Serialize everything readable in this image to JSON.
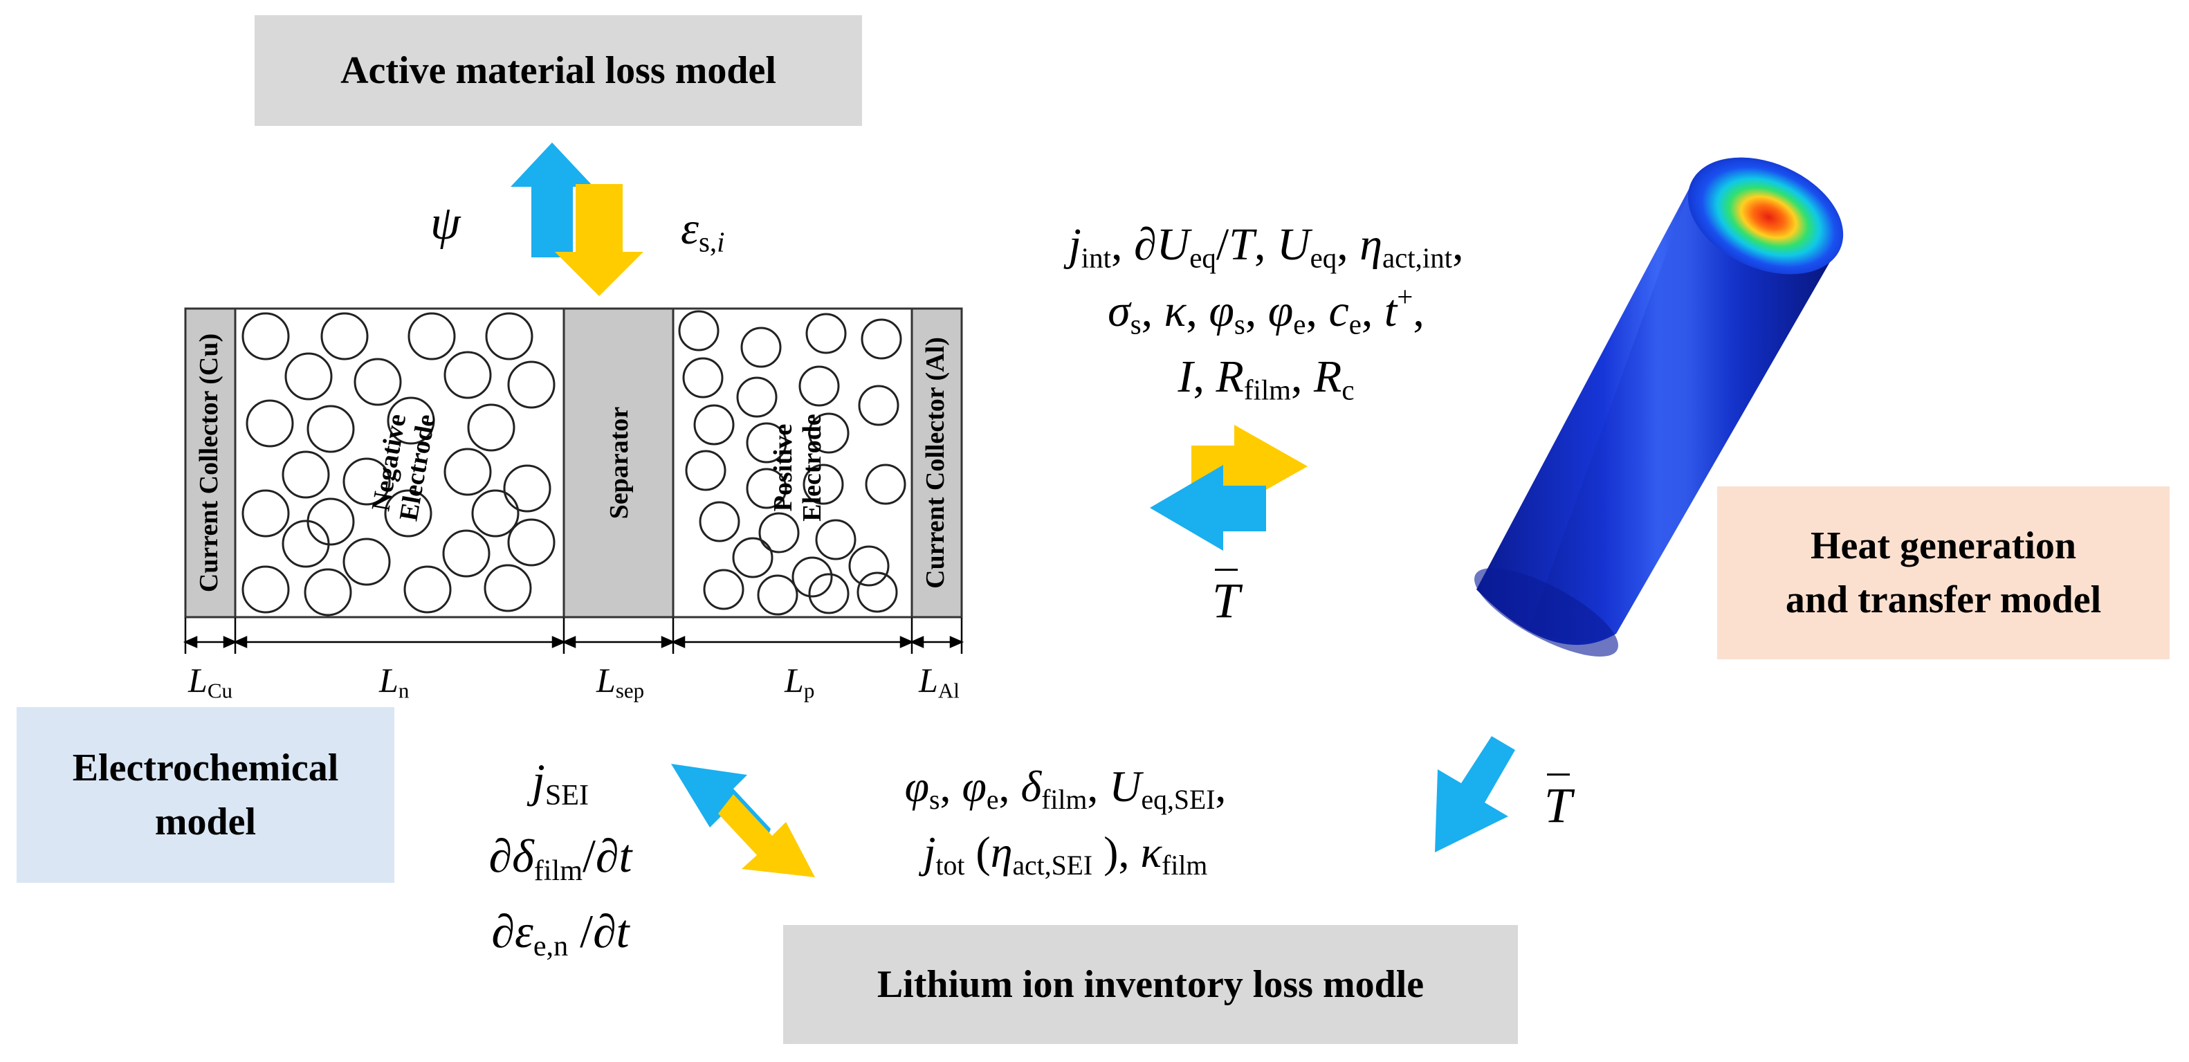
{
  "boxes": {
    "active_material": "Active material loss model",
    "electrochemical_line1": "Electrochemical",
    "electrochemical_line2": "model",
    "heat_line1": "Heat generation",
    "heat_line2": "and transfer model",
    "lithium_inventory": "Lithium ion inventory loss modle"
  },
  "cell_layers": {
    "cu_collector": "Current Collector (Cu)",
    "negative_line1": "Negative",
    "negative_line2": "Electrode",
    "separator": "Separator",
    "positive_line1": "Positive",
    "positive_line2": "Electrode",
    "al_collector": "Current Collector (Al)"
  },
  "dimensions": {
    "l_cu": {
      "sym": "L",
      "sub": "Cu"
    },
    "l_n": {
      "sym": "L",
      "sub": "n"
    },
    "l_sep": {
      "sym": "L",
      "sub": "sep"
    },
    "l_p": {
      "sym": "L",
      "sub": "p"
    },
    "l_al": {
      "sym": "L",
      "sub": "Al"
    }
  },
  "symbols": {
    "psi": "ψ",
    "eps_si": {
      "sym": "ε",
      "sub": "s,",
      "sub_italic": "i"
    },
    "t_bar": "T",
    "t_bar_2": "T"
  },
  "heat_vars": {
    "line1": {
      "j": "j",
      "j_sub": "int",
      "comma1": ", ∂",
      "u1": "U",
      "u1_sub": "eq",
      "slash": "/",
      "t": "T",
      "comma2": ", ",
      "u2": "U",
      "u2_sub": "eq",
      "comma3": ", ",
      "eta": "η",
      "eta_sub": "act,int",
      "comma4": ","
    },
    "line2": {
      "sigma": "σ",
      "sigma_sub": "s",
      "c1": ", ",
      "kappa": "κ",
      "c2": ", ",
      "phi1": "φ",
      "phi1_sub": "s",
      "c3": ", ",
      "phi2": "φ",
      "phi2_sub": "e",
      "c4": ", ",
      "c": "c",
      "c_sub": "e",
      "c5": ", ",
      "t": "t",
      "t_sup": "+",
      "c6": ","
    },
    "line3": {
      "i": "I",
      "c1": ", ",
      "r1": "R",
      "r1_sub": "film",
      "c2": ",  ",
      "r2": "R",
      "r2_sub": "c"
    }
  },
  "sei_vars": {
    "j": "j",
    "j_sub": "SEI",
    "d1": "∂",
    "delta": "δ",
    "delta_sub": "film",
    "d1_rest": "/∂",
    "t1": "t",
    "d2": "∂",
    "eps": "ε",
    "eps_sub": "e,n",
    "d2_rest": " /∂",
    "t2": "t"
  },
  "lithium_vars": {
    "line1": {
      "phi1": "φ",
      "phi1_sub": "s",
      "c1": ", ",
      "phi2": "φ",
      "phi2_sub": "e",
      "c2": ", ",
      "delta": "δ",
      "delta_sub": "film",
      "c3": ",  ",
      "u": "U",
      "u_sub": "eq,SEI",
      "c4": ","
    },
    "line2": {
      "j": "j",
      "j_sub": "tot",
      "p1": " (",
      "eta": "η",
      "eta_sub": "act,SEI",
      "p2": " ), ",
      "kappa": "κ",
      "kappa_sub": "film"
    }
  },
  "colors": {
    "arrow_blue": "#1aafef",
    "arrow_yellow": "#ffcc00",
    "box_gray": "#d9d9d9",
    "box_blue": "#dae6f4",
    "box_peach": "#fbe0d0",
    "layer_gray": "#c8c8c8",
    "cylinder_blue": "#1230c8"
  },
  "icons": [
    "double-arrow-vertical",
    "double-arrow-horizontal",
    "double-arrow-diagonal",
    "single-arrow-down-left",
    "battery-cylinder-3d"
  ]
}
